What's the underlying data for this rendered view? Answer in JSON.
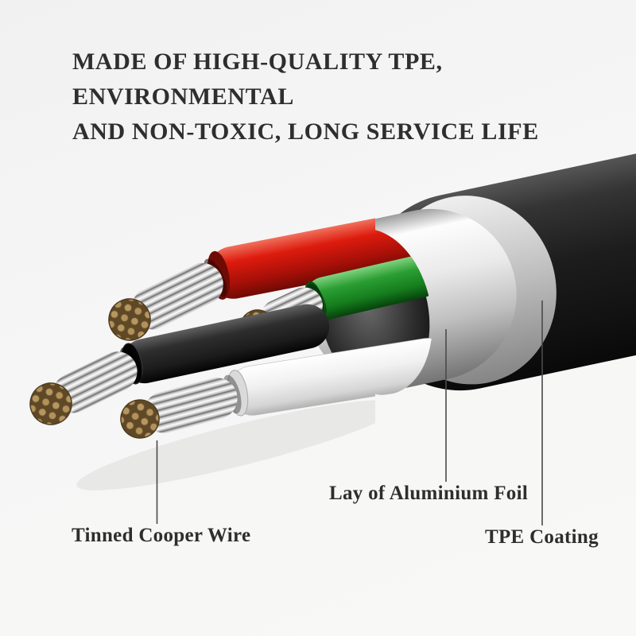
{
  "headline": {
    "line1": "MADE OF HIGH-QUALITY TPE, ENVIRONMENTAL",
    "line2": "AND NON-TOXIC, LONG SERVICE LIFE"
  },
  "labels": {
    "tinned_copper": "Tinned Cooper Wire",
    "aluminium_foil": "Lay of Aluminium Foil",
    "tpe_coating": "TPE Coating"
  },
  "colors": {
    "background": "#f5f5f4",
    "text": "#2e2e2e",
    "leader-line": "#4a4a4a",
    "tpe-black": "#1d1d1d",
    "foil-silver": "#d2d2d2",
    "wire-red": "#dd1b0e",
    "wire-green": "#2b9e33",
    "wire-white": "#f1f1f1",
    "wire-black": "#1c1c1c",
    "copper-tan": "#b6975f",
    "tinned-silver": "#c7c7c7"
  }
}
